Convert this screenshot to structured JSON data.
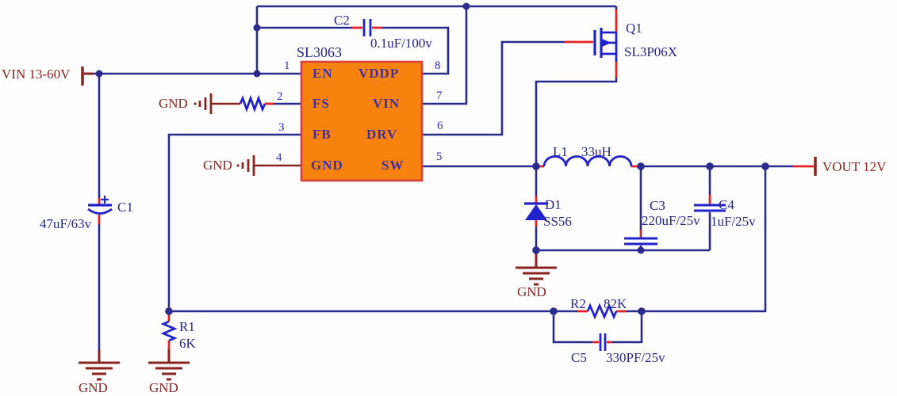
{
  "ic": {
    "name": "SL3063",
    "pins_left": [
      {
        "num": "1",
        "label": "EN"
      },
      {
        "num": "2",
        "label": "FS"
      },
      {
        "num": "3",
        "label": "FB"
      },
      {
        "num": "4",
        "label": "GND"
      }
    ],
    "pins_right": [
      {
        "num": "8",
        "label": "VDDP"
      },
      {
        "num": "7",
        "label": "VIN"
      },
      {
        "num": "6",
        "label": "DRV"
      },
      {
        "num": "5",
        "label": "SW"
      }
    ]
  },
  "ports": {
    "vin": "VIN 13-60V",
    "vout": "VOUT 12V"
  },
  "gnd": "GND",
  "parts": {
    "q1": {
      "ref": "Q1",
      "val": "SL3P06X"
    },
    "c1": {
      "ref": "C1",
      "val": "47uF/63v"
    },
    "c2": {
      "ref": "C2",
      "val": "0.1uF/100v"
    },
    "c3": {
      "ref": "C3",
      "val": "220uF/25v"
    },
    "c4": {
      "ref": "C4",
      "val": "1uF/25v"
    },
    "c5": {
      "ref": "C5",
      "val": "330PF/25v"
    },
    "r1": {
      "ref": "R1",
      "val": "6K"
    },
    "r2": {
      "ref": "R2",
      "val": "82K"
    },
    "l1": {
      "ref": "L1",
      "val": "33uH"
    },
    "d1": {
      "ref": "D1",
      "val": "SS56"
    }
  },
  "colors": {
    "wire": "#2b2b8e",
    "symbol": "#2222cc",
    "lead_red": "#e42222",
    "label_red": "#8b2420",
    "text_blue": "#26268e",
    "ic_fill": "#f8820e",
    "ic_border": "#d84040"
  }
}
